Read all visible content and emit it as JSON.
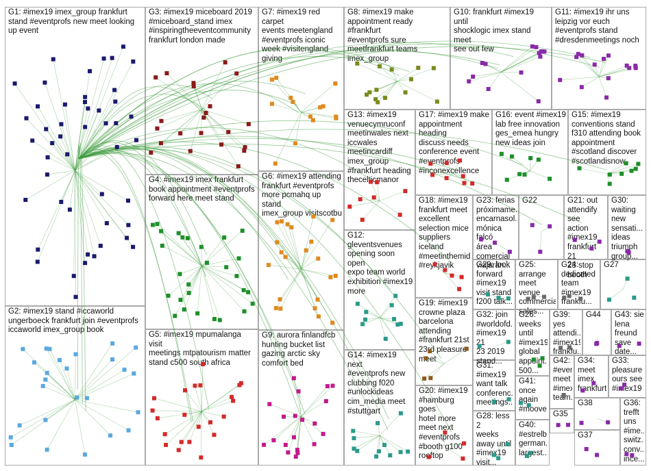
{
  "graph": {
    "edge_color": "#3e9b3e",
    "colors": {
      "navy": "#1a1a6e",
      "green": "#1e8f2a",
      "darkred": "#8b1a1a",
      "orange": "#e08a1e",
      "olive": "#7a8a1e",
      "brown": "#8b5a1e",
      "lightblue": "#5aa8e0",
      "purple": "#8a2aa8",
      "red": "#d42a2a",
      "magenta": "#c21a8a",
      "teal": "#2a9a8a",
      "gray": "#6a6a6a",
      "yellow": "#c8b41e"
    },
    "groups": [
      {
        "id": "G1",
        "label": "G1: #imex19 imex_group frankfurt\nstand #eventprofs new meet looking\nup event",
        "color": "navy",
        "nodes": 48
      },
      {
        "id": "G2",
        "label": "G2: #imex19 stand #iccaworld\nungerboeck frankfurt join #eventprofs\niccaworld imex_group book",
        "color": "lightblue",
        "nodes": 26
      },
      {
        "id": "G3",
        "label": "G3: #imex19 miceboard 2019\n#miceboard_stand imex\n#inspiringtheeventcommunity\nfrankfurt london made",
        "color": "darkred",
        "nodes": 22
      },
      {
        "id": "G4",
        "label": "G4: #imex19 imex frankfurt\nbook appointment #eventprofs\nforward here meet stand",
        "color": "green",
        "nodes": 28
      },
      {
        "id": "G5",
        "label": "G5: #imex19 mpumalanga visit\nmeetings mtpatourism matter\nstand c500 south africa",
        "color": "red",
        "nodes": 22
      },
      {
        "id": "G6",
        "label": "G6: #imex19 attending\nfrankfurt #eventprofs\nmore pcmahq up stand\nimex_group visitscotbu",
        "color": "orange",
        "nodes": 22
      },
      {
        "id": "G7",
        "label": "G7: #imex19 red carpet\nevents meetengland\n#eventprofs iconic\nweek #visitengland\ngiving",
        "color": "orange",
        "nodes": 14
      },
      {
        "id": "G8",
        "label": "G8: #imex19 make\nappointment ready #frankfurt\n#eventprofs sure\nmeetfrankfurt teams\nimex_group",
        "color": "olive",
        "nodes": 14
      },
      {
        "id": "G9",
        "label": "G9: aurora finlandfcb\nhunting bucket list\ngazing arctic sky\ncomfort bed",
        "color": "magenta",
        "nodes": 20
      },
      {
        "id": "G10",
        "label": "G10: frankfurt #imex19 until\nshocklogic imex stand meet\nsee out few",
        "color": "purple",
        "nodes": 14
      },
      {
        "id": "G11",
        "label": "G11: #imex19 ihr uns\nleipzig vor euch\n#eventprofs stand\n#dresdenmeetings noch",
        "color": "purple",
        "nodes": 14
      },
      {
        "id": "G12",
        "label": "G12:\ngleventsvenues\nopening soon open\nexpo team world\nexhibition #imex19\nmore",
        "color": "teal",
        "nodes": 10
      },
      {
        "id": "G13",
        "label": "G13: #imex19\nvenuecymruconf\nmeetinwales next\niccwales\nmeetincardiff\nimex_group\n#frankfurt heading\nthecelticmanor",
        "color": "red",
        "nodes": 8
      },
      {
        "id": "G14",
        "label": "G14: #imex19 next\n#eventprofs new\nclubbing f020\n#unlockideas\ncim_media meet\n#stuttgart",
        "color": "teal",
        "nodes": 12
      },
      {
        "id": "G15",
        "label": "G15: #imex19\nconventions stand\nf310 attending book\nappointment\n#scotland discover\n#scotlandisnow",
        "color": "green",
        "nodes": 8
      },
      {
        "id": "G16",
        "label": "G16: event #imex19\nlab free innovation\nges_emea hungry\nnew ideas join",
        "color": "green",
        "nodes": 8
      },
      {
        "id": "G17",
        "label": "G17: #imex19 make\nappointment heading\ndiscuss needs\nconference event\n#eventprofs\n#inconexcellence",
        "color": "red",
        "nodes": 8
      },
      {
        "id": "G18",
        "label": "G18: #imex19\nfrankfurt meet\nexcellent\nselection mice\nsuppliers\niceland\n#meetinthemid...\n#reykjavik",
        "color": "red",
        "nodes": 5
      },
      {
        "id": "G19",
        "label": "G19: #imex19\ncrowne plaza\nbarcelona\nattending\n#frankfurt 21st\n23rd pleasure\nmeet",
        "color": "brown",
        "nodes": 5
      },
      {
        "id": "G20",
        "label": "G20: #imex19\n#hamburg goes\nhotel more\nmeet next\n#eventprofs\n#booth g100\nrooftop",
        "color": "red",
        "nodes": 4
      },
      {
        "id": "G21",
        "label": "G21: out\nattendify see\naction\n#imex19\nfrankfurt 21\n23 stop\nbooth",
        "color": "purple",
        "nodes": 3
      },
      {
        "id": "G22",
        "label": "G22",
        "color": "purple",
        "nodes": 3
      },
      {
        "id": "G23",
        "label": "G23: ferias\npróximame...\nencarnasol...\nmónica falcó\nárea\ncomercial\nviajarán...",
        "color": "purple",
        "nodes": 3
      },
      {
        "id": "G24",
        "label": "G24:\ndedicated\nteam\n#imex19\nfrankfu...",
        "color": "gray",
        "nodes": 3
      },
      {
        "id": "G25",
        "label": "G25:\narrange\nmeet venue\ncommercial\nsales...",
        "color": "gray",
        "nodes": 3
      },
      {
        "id": "G26",
        "label": "G26:\nweeks\nuntil\n#imex19\nglobal\nappoint...\n500...",
        "color": "green",
        "nodes": 3
      },
      {
        "id": "G27",
        "label": "G27",
        "color": "teal",
        "nodes": 3
      },
      {
        "id": "G28",
        "label": "G28: less 2\nweeks\naway until\n#imex19\nvisit...",
        "color": "teal",
        "nodes": 3
      },
      {
        "id": "G29",
        "label": "G29: look\nforward\n#imex19\nvisit stand\nf200 talk...",
        "color": "teal",
        "nodes": 3
      },
      {
        "id": "G30",
        "label": "G30:\nwaiting\nnew\nsensati...\nideas\ntriumph\ngroup...",
        "color": "purple",
        "nodes": 2
      },
      {
        "id": "G31",
        "label": "G31:\n#imex19\nwant talk\nconferenc...\nmeetings...",
        "color": "teal",
        "nodes": 2
      },
      {
        "id": "G32",
        "label": "G32: join\n#worldofd...\n#imex19 21\n23 2019\nstand...",
        "color": "teal",
        "nodes": 2
      },
      {
        "id": "G33",
        "label": "G33:\npleasure\nours see\n#imex19",
        "color": "purple",
        "nodes": 2
      },
      {
        "id": "G34",
        "label": "G34:\nmeet\nimex\nfrankfurt...",
        "color": "purple",
        "nodes": 2
      },
      {
        "id": "G35",
        "label": "G35",
        "color": "purple",
        "nodes": 2
      },
      {
        "id": "G36",
        "label": "G36:\ntrefft\nuns\n#ime...\nswitz...\nconv...\nince...",
        "color": "purple",
        "nodes": 2
      },
      {
        "id": "G37",
        "label": "G37",
        "color": "purple",
        "nodes": 2
      },
      {
        "id": "G38",
        "label": "G38",
        "color": "purple",
        "nodes": 2
      },
      {
        "id": "G39",
        "label": "G39:\nyes\nattendi...\n#imex19\nfrankfu...",
        "color": "gray",
        "nodes": 2
      },
      {
        "id": "G40",
        "label": "G40:\n#estrelb...\ngerman...\nlargest...",
        "color": "teal",
        "nodes": 2
      },
      {
        "id": "G41",
        "label": "G41:\nonce\nagain\n#moove...",
        "color": "teal",
        "nodes": 2
      },
      {
        "id": "G42",
        "label": "G42:\n#even...\nmeet\n#imex...\nteam...",
        "color": "gray",
        "nodes": 2
      },
      {
        "id": "G43",
        "label": "G43: sie\nlena\nfreund\nsave\ndate...",
        "color": "purple",
        "nodes": 2
      },
      {
        "id": "G44",
        "label": "G44",
        "color": "purple",
        "nodes": 2
      }
    ]
  }
}
